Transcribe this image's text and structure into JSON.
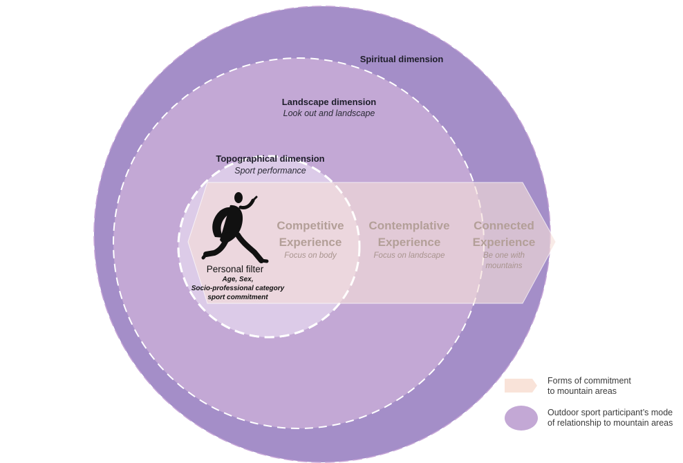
{
  "colors": {
    "outer_ring": "#a48ec8",
    "middle_ring": "#c3a8d5",
    "inner_ring": "#dccbe8",
    "arrow_fill": "#f6dfd8",
    "arrow_text": "#b39f98",
    "arrow_subtext": "#a8948e",
    "dash": "#ffffff",
    "figure": "#111111"
  },
  "rings": {
    "spiritual": {
      "title": "Spiritual dimension"
    },
    "landscape": {
      "title": "Landscape dimension",
      "subtitle": "Look out and landscape"
    },
    "topographical": {
      "title": "Topographical dimension",
      "subtitle": "Sport performance"
    }
  },
  "experiences": [
    {
      "title_line1": "Competitive",
      "title_line2": "Experience",
      "sub_line1": "Focus on body",
      "sub_line2": ""
    },
    {
      "title_line1": "Contemplative",
      "title_line2": "Experience",
      "sub_line1": "Focus on landscape",
      "sub_line2": ""
    },
    {
      "title_line1": "Connected",
      "title_line2": "Experience",
      "sub_line1": "Be one with",
      "sub_line2": "mountains"
    }
  ],
  "personal_filter": {
    "title": "Personal filter",
    "line1": "Age, Sex,",
    "line2": "Socio-professional category",
    "line3": "sport commitment"
  },
  "legend": {
    "arrow_line1": "Forms of commitment",
    "arrow_line2": "to mountain areas",
    "circle_line1": "Outdoor sport participant’s mode",
    "circle_line2": "of relationship to mountain areas"
  },
  "icons": {
    "figure": "running-person-icon",
    "legend_arrow": "arrow-shape-icon",
    "legend_circle": "circle-shape-icon"
  }
}
